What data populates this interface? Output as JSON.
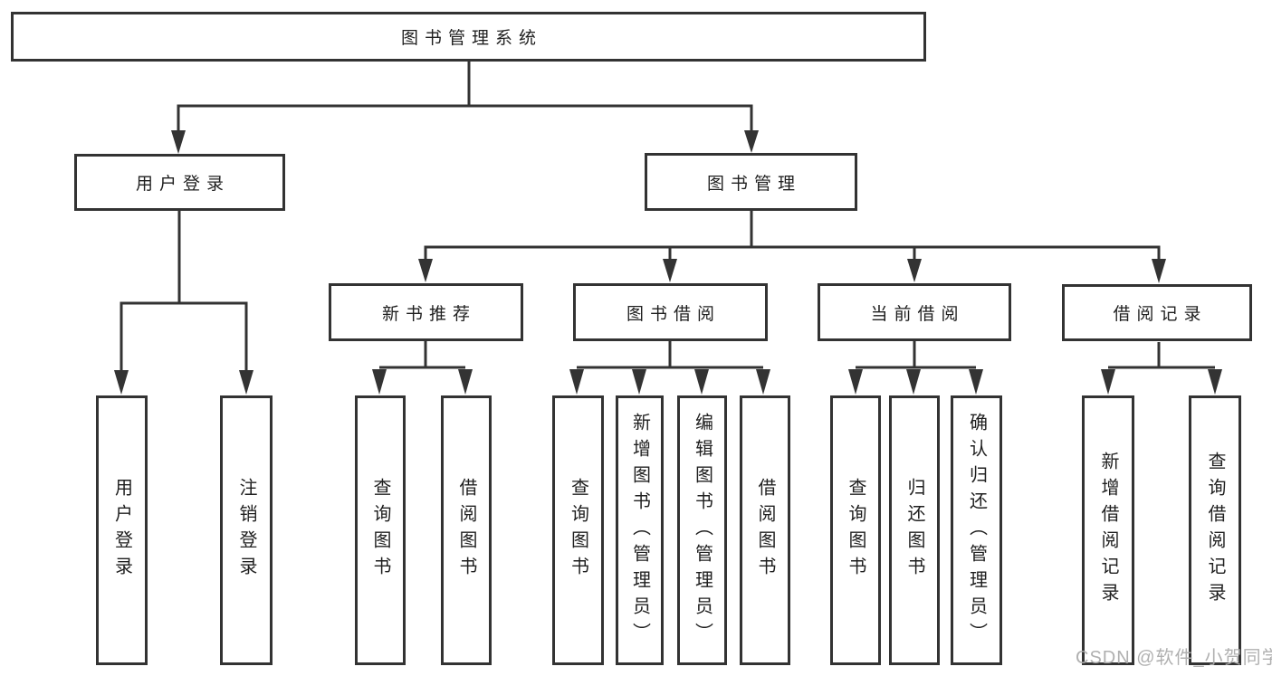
{
  "diagram_title": "图书管理系统",
  "tree": {
    "label": "图书管理系统",
    "children": [
      {
        "label": "用户登录",
        "children": [
          {
            "label": "用户登录"
          },
          {
            "label": "注销登录"
          }
        ]
      },
      {
        "label": "图书管理",
        "children": [
          {
            "label": "新书推荐",
            "children": [
              {
                "label": "查询图书"
              },
              {
                "label": "借阅图书"
              }
            ]
          },
          {
            "label": "图书借阅",
            "children": [
              {
                "label": "查询图书"
              },
              {
                "label": "新增图书（管理员）"
              },
              {
                "label": "编辑图书（管理员）"
              },
              {
                "label": "借阅图书"
              }
            ]
          },
          {
            "label": "当前借阅",
            "children": [
              {
                "label": "查询图书"
              },
              {
                "label": "归还图书"
              },
              {
                "label": "确认归还（管理员）"
              }
            ]
          },
          {
            "label": "借阅记录",
            "children": [
              {
                "label": "新增借阅记录"
              },
              {
                "label": "查询借阅记录"
              }
            ]
          }
        ]
      }
    ]
  },
  "watermark": "CSDN @软件_小贺同学",
  "colors": {
    "line": "#333333",
    "box_border": "#333333",
    "text": "#1f1f1f",
    "background": "#ffffff",
    "watermark": "#acacac"
  }
}
